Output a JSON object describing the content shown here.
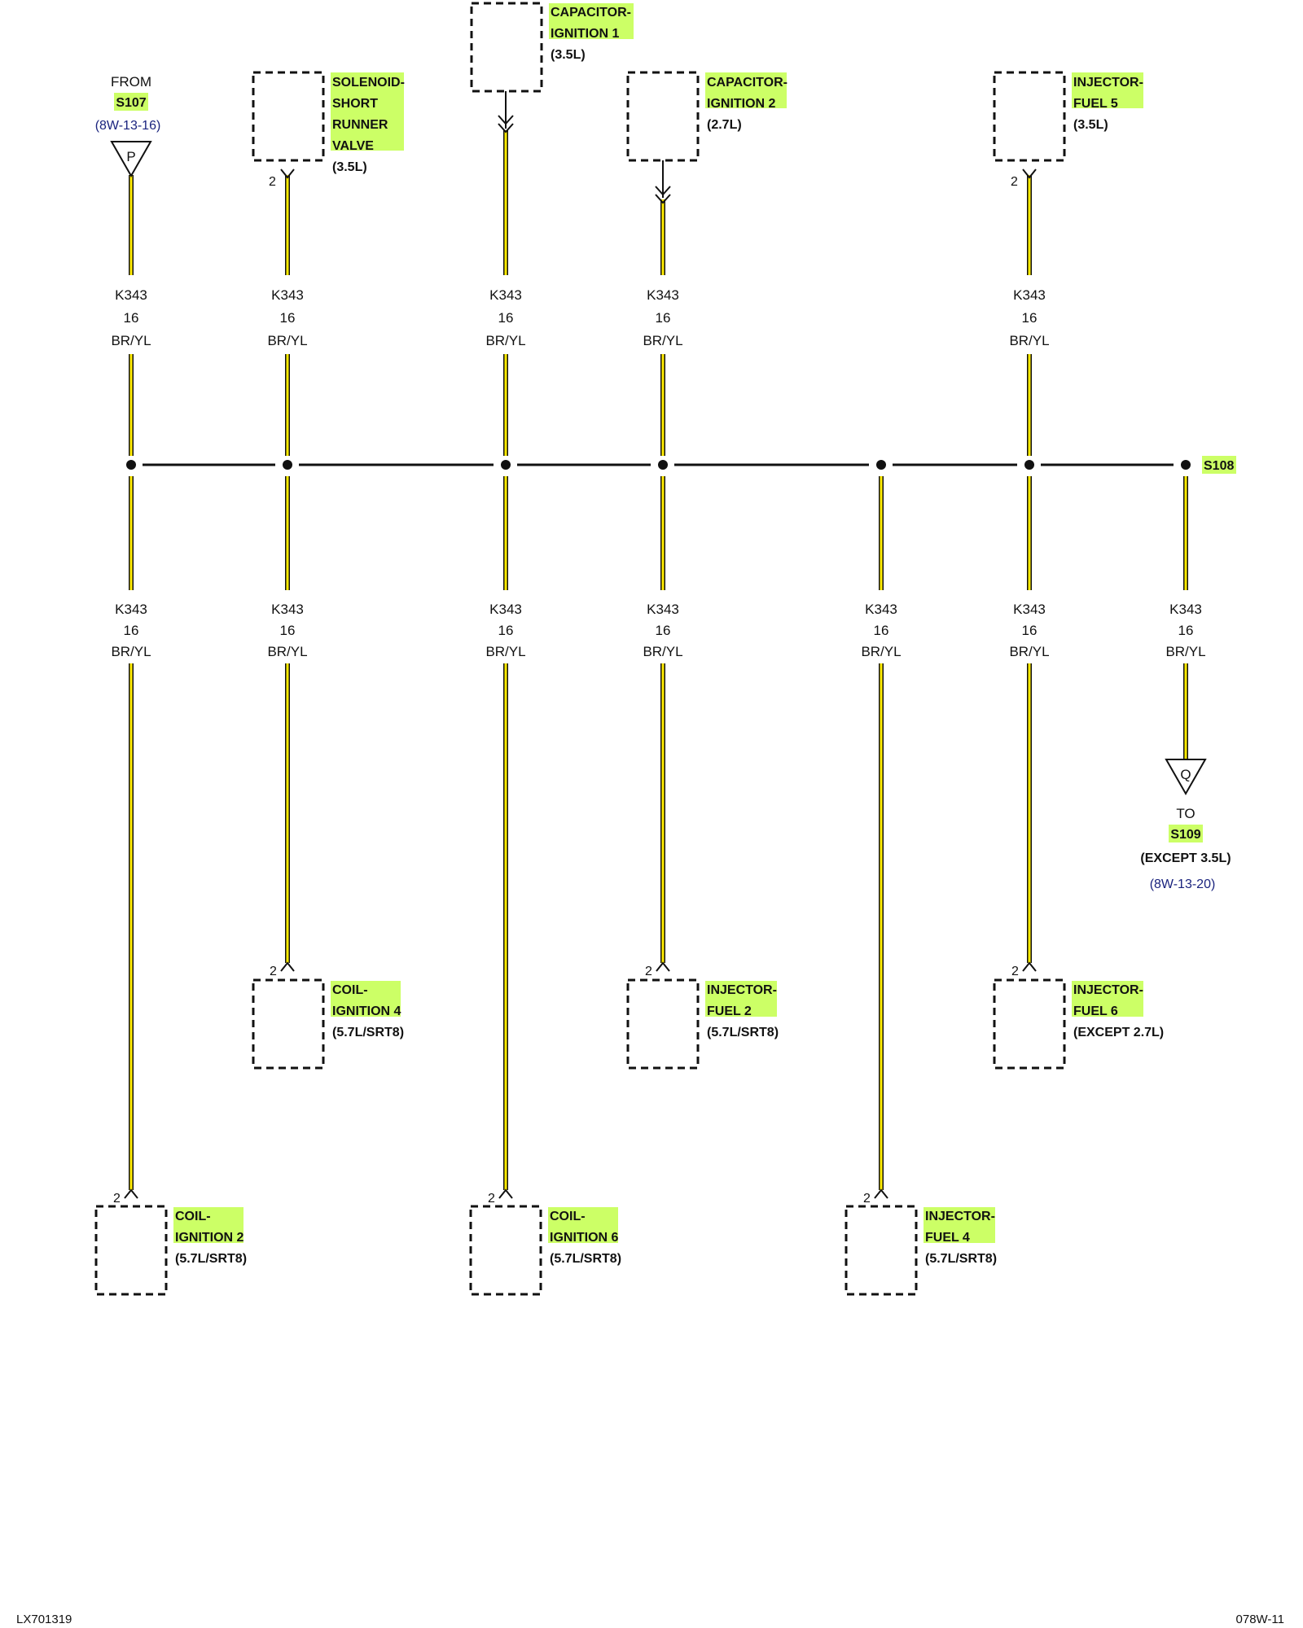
{
  "wire": {
    "circuit": "K343",
    "gauge": "16",
    "color_code": "BR/YL"
  },
  "splices": {
    "s108": "S108"
  },
  "from_ref": {
    "from_label": "FROM",
    "splice": "S107",
    "page_ref": "(8W-13-16)",
    "connector_letter": "P"
  },
  "to_ref": {
    "to_label": "TO",
    "splice": "S109",
    "note": "(EXCEPT 3.5L)",
    "page_ref": "(8W-13-20)",
    "connector_letter": "Q"
  },
  "components": {
    "solenoid_short_runner": {
      "lines": [
        "SOLENOID-",
        "SHORT",
        "RUNNER",
        "VALVE"
      ],
      "variant": "(3.5L)",
      "pin": "2"
    },
    "capacitor_ignition_1": {
      "lines": [
        "CAPACITOR-",
        "IGNITION 1"
      ],
      "variant": "(3.5L)"
    },
    "capacitor_ignition_2": {
      "lines": [
        "CAPACITOR-",
        "IGNITION 2"
      ],
      "variant": "(2.7L)"
    },
    "injector_fuel_5": {
      "lines": [
        "INJECTOR-",
        "FUEL 5"
      ],
      "variant": "(3.5L)",
      "pin": "2"
    },
    "coil_ignition_4": {
      "lines": [
        "COIL-",
        "IGNITION 4"
      ],
      "variant": "(5.7L/SRT8)",
      "pin": "2"
    },
    "injector_fuel_2": {
      "lines": [
        "INJECTOR-",
        "FUEL 2"
      ],
      "variant": "(5.7L/SRT8)",
      "pin": "2"
    },
    "injector_fuel_6": {
      "lines": [
        "INJECTOR-",
        "FUEL 6"
      ],
      "variant": "(EXCEPT 2.7L)",
      "pin": "2"
    },
    "coil_ignition_2": {
      "lines": [
        "COIL-",
        "IGNITION 2"
      ],
      "variant": "(5.7L/SRT8)",
      "pin": "2"
    },
    "coil_ignition_6": {
      "lines": [
        "COIL-",
        "IGNITION 6"
      ],
      "variant": "(5.7L/SRT8)",
      "pin": "2"
    },
    "injector_fuel_4": {
      "lines": [
        "INJECTOR-",
        "FUEL 4"
      ],
      "variant": "(5.7L/SRT8)",
      "pin": "2"
    }
  },
  "footer": {
    "left": "LX701319",
    "right": "078W-11"
  },
  "colors": {
    "highlight": "#ccff66",
    "wire_stripe": "#ffeb00",
    "reference_link": "#1a237e"
  }
}
